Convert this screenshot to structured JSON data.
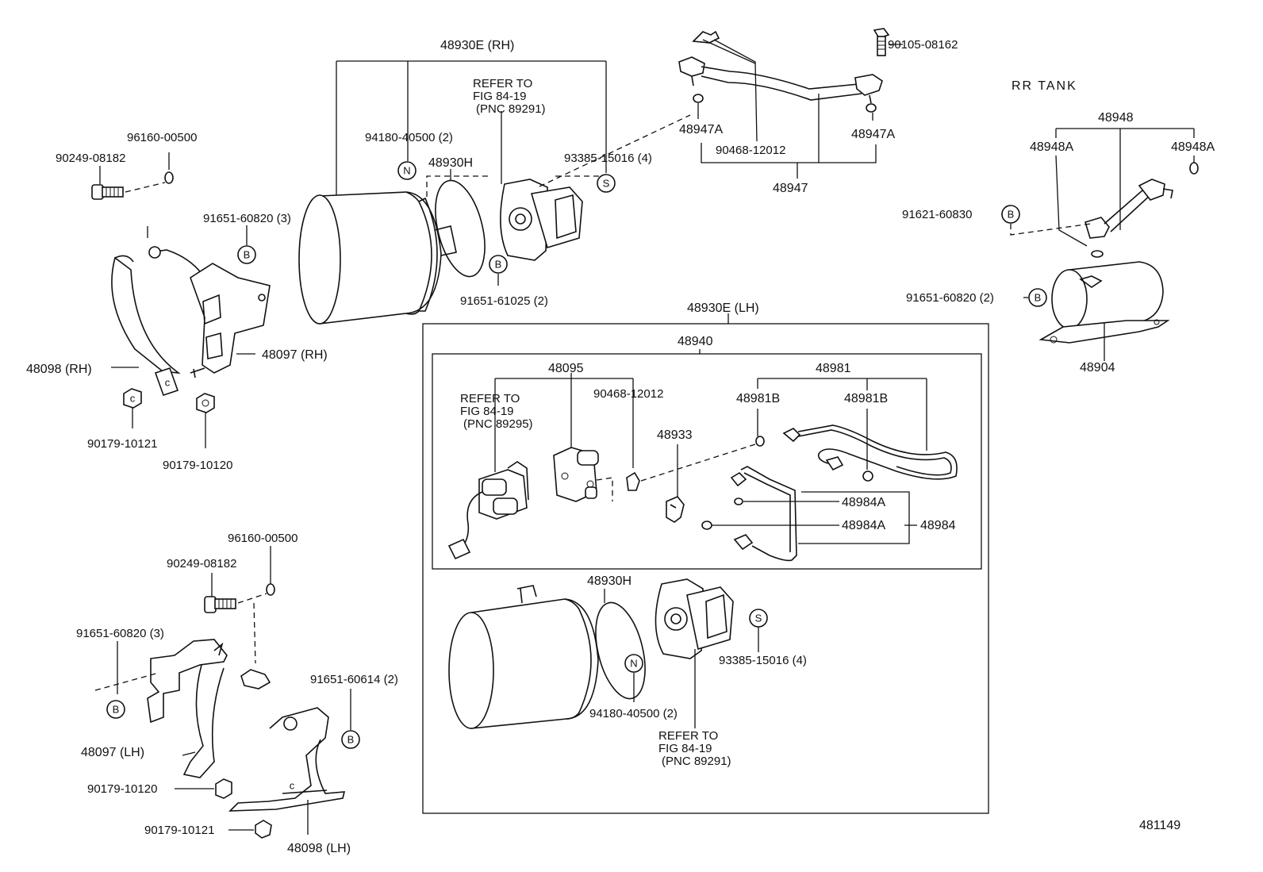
{
  "diagram": {
    "header_labels": {
      "assy_rh": "48930E (RH)",
      "assy_lh": "48930E (LH)",
      "rr_tank": "RR TANK",
      "fig_no": "481149"
    },
    "labels": {
      "p96160_rh": "96160-00500",
      "p90249_rh": "90249-08182",
      "p91651_60820_rh": "91651-60820 (3)",
      "p48098_rh": "48098 (RH)",
      "p48097_rh": "48097 (RH)",
      "p90179_10121_rh": "90179-10121",
      "p90179_10120_rh": "90179-10120",
      "p94180_rh": "94180-40500 (2)",
      "p48930h_rh": "48930H",
      "refer_rh_1": "REFER TO",
      "refer_rh_2": "FIG 84-19",
      "refer_rh_3": "(PNC 89291)",
      "p93385_rh": "93385-15016 (4)",
      "p91651_61025": "91651-61025 (2)",
      "p90105": "90105-08162",
      "p48947a_l": "48947A",
      "p48947a_r": "48947A",
      "p90468_top": "90468-12012",
      "p48947": "48947",
      "p48948": "48948",
      "p48948a_l": "48948A",
      "p48948a_r": "48948A",
      "p91621": "91621-60830",
      "p91651_60820_rr": "91651-60820 (2)",
      "p48904": "48904",
      "p48940": "48940",
      "p48095": "48095",
      "refer_mid_1": "REFER TO",
      "refer_mid_2": "FIG 84-19",
      "refer_mid_3": "(PNC 89295)",
      "p90468_mid": "90468-12012",
      "p48933": "48933",
      "p48981": "48981",
      "p48981b_l": "48981B",
      "p48981b_r": "48981B",
      "p48984a_1": "48984A",
      "p48984a_2": "48984A",
      "p48984": "48984",
      "p48930h_lh": "48930H",
      "p93385_lh": "93385-15016 (4)",
      "p94180_lh": "94180-40500 (2)",
      "refer_lh_1": "REFER TO",
      "refer_lh_2": "FIG 84-19",
      "refer_lh_3": "(PNC 89291)",
      "p96160_lh": "96160-00500",
      "p90249_lh": "90249-08182",
      "p91651_60820_lh": "91651-60820 (3)",
      "p91651_60614": "91651-60614 (2)",
      "p48097_lh": "48097 (LH)",
      "p90179_10120_lh": "90179-10120",
      "p90179_10121_lh": "90179-10121",
      "p48098_lh": "48098 (LH)"
    },
    "symbols": {
      "N": "N",
      "S": "S",
      "B": "B"
    }
  }
}
